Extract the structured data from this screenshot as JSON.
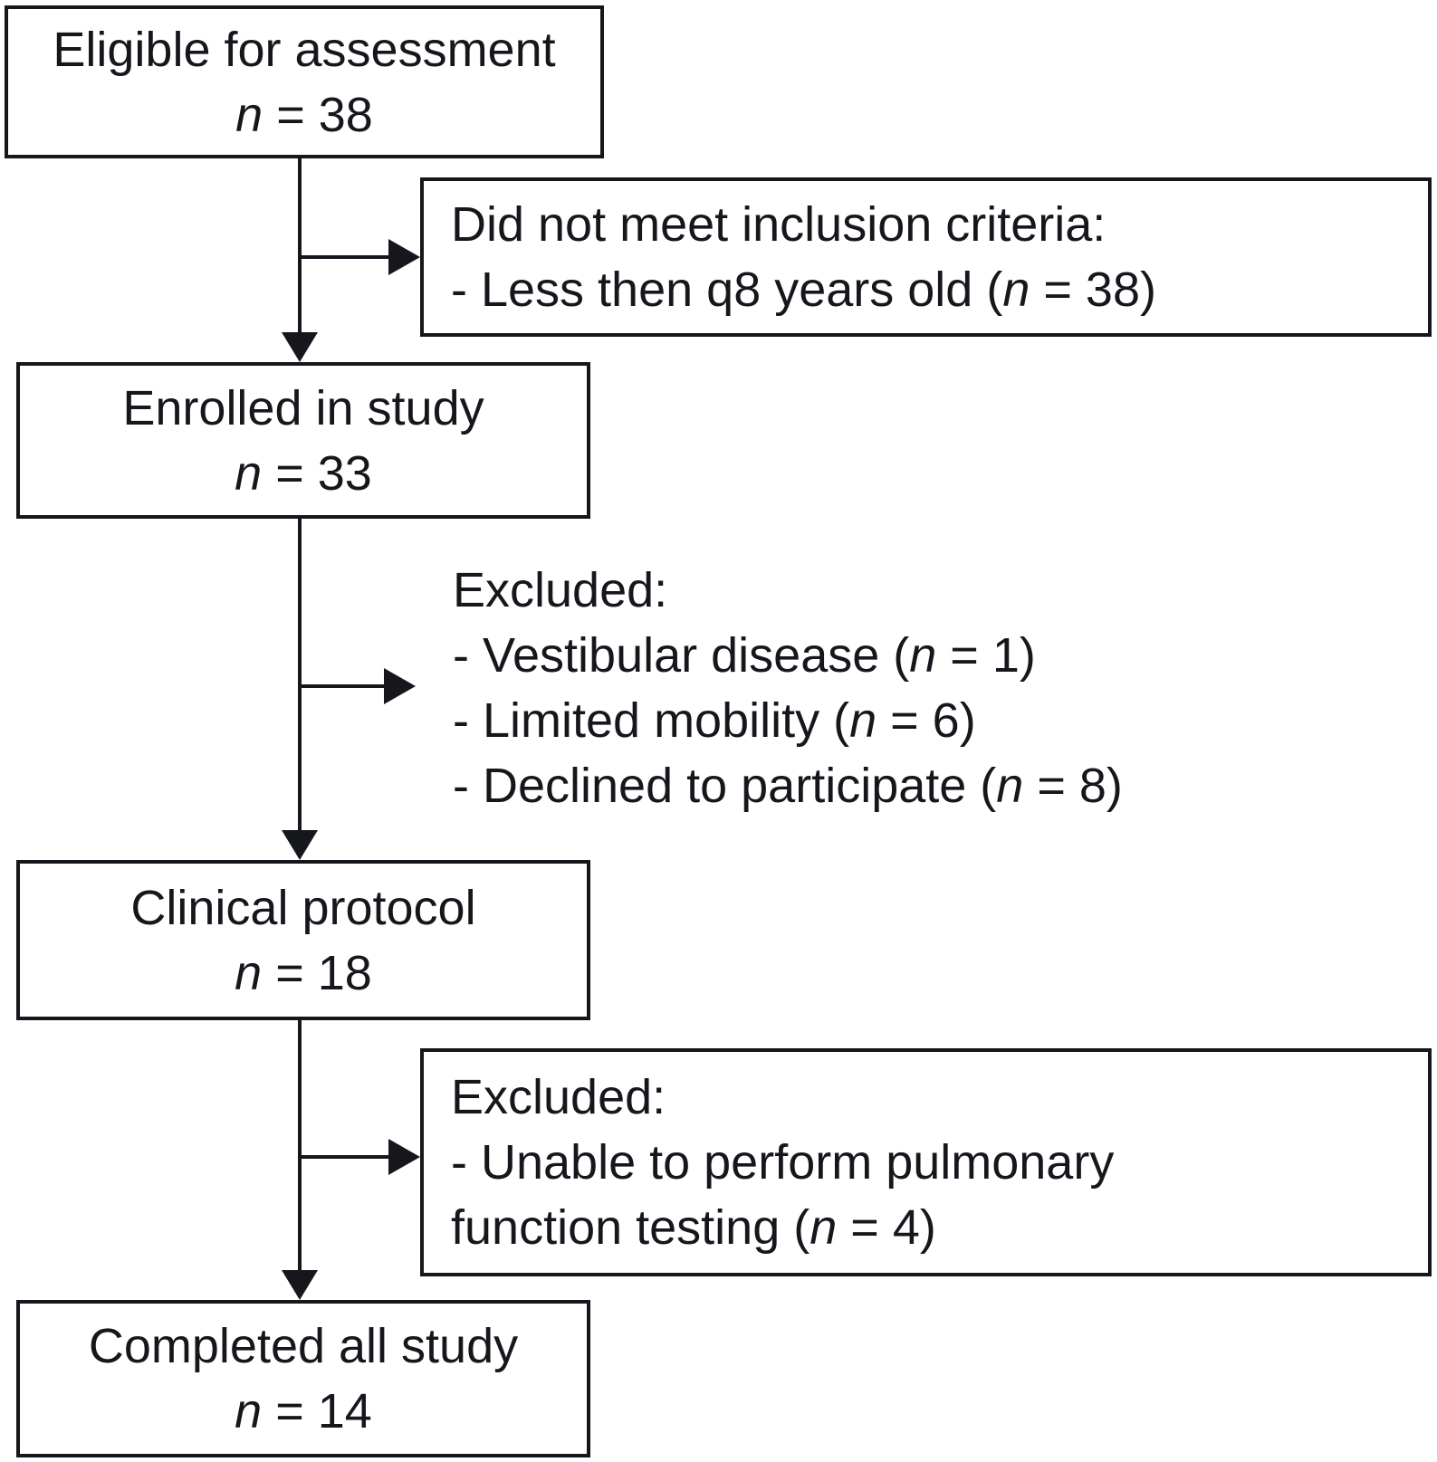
{
  "diagram": {
    "type": "flowchart",
    "description": "Study enrollment flow diagram",
    "colors": {
      "ink": "#15171c",
      "background": "#ffffff"
    },
    "boxes": {
      "eligible": {
        "lines": [
          [
            {
              "t": "Eligible for assessment"
            }
          ],
          [
            {
              "t": "n",
              "i": true
            },
            {
              "t": " = 38"
            }
          ]
        ]
      },
      "not_included": {
        "lines": [
          [
            {
              "t": "Did not meet inclusion criteria:"
            }
          ],
          [
            {
              "t": "- Less then q8 years old ("
            },
            {
              "t": "n",
              "i": true
            },
            {
              "t": " = 38)"
            }
          ]
        ]
      },
      "enrolled": {
        "lines": [
          [
            {
              "t": "Enrolled in study"
            }
          ],
          [
            {
              "t": "n",
              "i": true
            },
            {
              "t": " = 33"
            }
          ]
        ]
      },
      "excluded_after_enrollment": {
        "lines": [
          [
            {
              "t": "Excluded:"
            }
          ],
          [
            {
              "t": "- Vestibular disease ("
            },
            {
              "t": "n",
              "i": true
            },
            {
              "t": " = 1)"
            }
          ],
          [
            {
              "t": "- Limited mobility ("
            },
            {
              "t": "n",
              "i": true
            },
            {
              "t": " = 6)"
            }
          ],
          [
            {
              "t": "- Declined to participate ("
            },
            {
              "t": "n",
              "i": true
            },
            {
              "t": " = 8)"
            }
          ]
        ]
      },
      "clinical_protocol": {
        "lines": [
          [
            {
              "t": "Clinical protocol"
            }
          ],
          [
            {
              "t": "n",
              "i": true
            },
            {
              "t": " = 18"
            }
          ]
        ]
      },
      "excluded_after_protocol": {
        "lines": [
          [
            {
              "t": "Excluded:"
            }
          ],
          [
            {
              "t": "- Unable to perform pulmonary"
            }
          ],
          [
            {
              "t": "function testing ("
            },
            {
              "t": "n",
              "i": true
            },
            {
              "t": " = 4)"
            }
          ]
        ]
      },
      "completed": {
        "lines": [
          [
            {
              "t": "Completed all study"
            }
          ],
          [
            {
              "t": "n",
              "i": true
            },
            {
              "t": " = 14"
            }
          ]
        ]
      }
    }
  }
}
